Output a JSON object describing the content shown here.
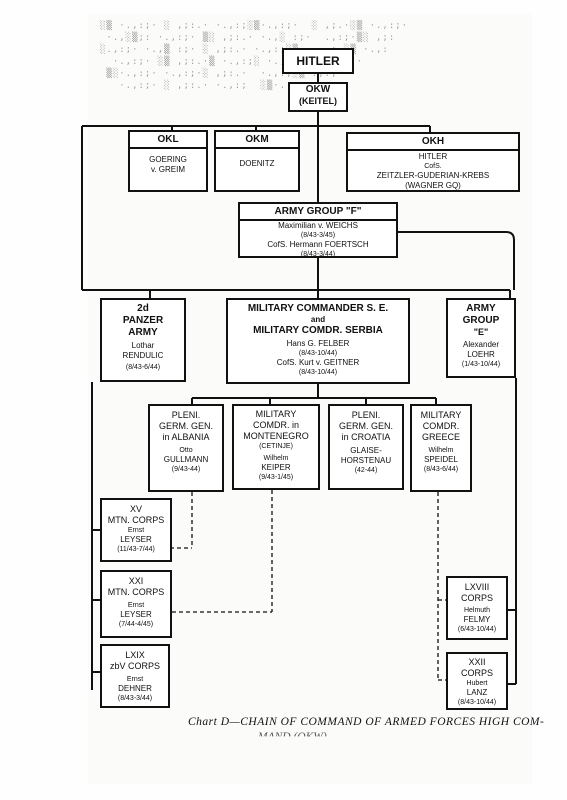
{
  "background_text": "bleed-through illegible",
  "boxes": {
    "hitler": {
      "title": "HITLER"
    },
    "okw": {
      "title": "OKW",
      "sub": "(KEITEL)"
    },
    "okl": {
      "title": "OKL",
      "l1": "GOERING",
      "l2": "v. GREIM"
    },
    "okm": {
      "title": "OKM",
      "l1": "DOENITZ"
    },
    "okh": {
      "title": "OKH",
      "l1": "HITLER",
      "l2": "CofS.",
      "l3": "ZEITZLER-GUDERIAN-KREBS",
      "l4": "(WAGNER GQ)"
    },
    "agf": {
      "title": "ARMY GROUP \"F\"",
      "l1": "Maximilian v. WEICHS",
      "l2": "(8/43-3/45)",
      "l3": "CofS. Hermann FOERTSCH",
      "l4": "(8/43-3/44)"
    },
    "panzer": {
      "t1": "2d",
      "t2": "PANZER",
      "t3": "ARMY",
      "l1": "Lothar",
      "l2": "RENDULIC",
      "l3": "(8/43-6/44)"
    },
    "milse": {
      "t1": "MILITARY COMMANDER S. E.",
      "t2": "and",
      "t3": "MILITARY COMDR. SERBIA",
      "l1": "Hans G. FELBER",
      "l2": "(8/43-10/44)",
      "l3": "CofS. Kurt v. GEITNER",
      "l4": "(8/43-10/44)"
    },
    "age": {
      "t1": "ARMY",
      "t2": "GROUP",
      "t3": "\"E\"",
      "l1": "Alexander",
      "l2": "LOEHR",
      "l3": "(1/43-10/44)"
    },
    "albania": {
      "t1": "PLENI.",
      "t2": "GERM. GEN.",
      "t3": "in ALBANIA",
      "l1": "Otto",
      "l2": "GULLMANN",
      "l3": "(9/43-44)"
    },
    "montenegro": {
      "t1": "MILITARY",
      "t2": "COMDR. in",
      "t3": "MONTENEGRO",
      "t4": "(CETINJE)",
      "l1": "Wilhelm",
      "l2": "KEIPER",
      "l3": "(9/43-1/45)"
    },
    "croatia": {
      "t1": "PLENI.",
      "t2": "GERM. GEN.",
      "t3": "in CROATIA",
      "l1": "GLAISE-",
      "l2": "HORSTENAU",
      "l3": "(42-44)"
    },
    "greece": {
      "t1": "MILITARY",
      "t2": "COMDR.",
      "t3": "GREECE",
      "l1": "Wilhelm",
      "l2": "SPEIDEL",
      "l3": "(8/43-6/44)"
    },
    "xv": {
      "t1": "XV",
      "t2": "MTN. CORPS",
      "l1": "Ernst",
      "l2": "LEYSER",
      "l3": "(11/43-7/44)"
    },
    "xxi": {
      "t1": "XXI",
      "t2": "MTN. CORPS",
      "l1": "Ernst",
      "l2": "LEYSER",
      "l3": "(7/44-4/45)"
    },
    "lxix": {
      "t1": "LXIX",
      "t2": "zbV CORPS",
      "l1": "Ernst",
      "l2": "DEHNER",
      "l3": "(8/43-3/44)"
    },
    "lxviii": {
      "t1": "LXVIII",
      "t2": "CORPS",
      "l1": "Helmuth",
      "l2": "FELMY",
      "l3": "(6/43-10/44)"
    },
    "xxii": {
      "t1": "XXII",
      "t2": "CORPS",
      "l1": "Hubert",
      "l2": "LANZ",
      "l3": "(8/43-10/44)"
    }
  },
  "caption": "Chart D—CHAIN OF COMMAND OF ARMED FORCES HIGH COM-",
  "caption_cont": "MAND (OKW)"
}
